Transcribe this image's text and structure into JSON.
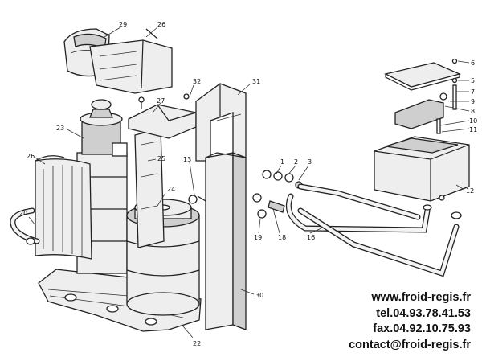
{
  "callouts": {
    "c1": "1",
    "c2": "2",
    "c3": "3",
    "c5": "5",
    "c6": "6",
    "c7": "7",
    "c8": "8",
    "c9": "9",
    "c10": "10",
    "c11": "11",
    "c12": "12",
    "c13": "13",
    "c16": "16",
    "c18": "18",
    "c19": "19",
    "c20": "20",
    "c22": "22",
    "c23": "23",
    "c24": "24",
    "c25": "25",
    "c26a": "26",
    "c26b": "26",
    "c27": "27",
    "c29": "29",
    "c30": "30",
    "c31": "31",
    "c32": "32"
  },
  "contact": {
    "website": "www.froid-regis.fr",
    "tel": "tel.04.93.78.41.53",
    "fax": "fax.04.92.10.75.93",
    "email": "contact@froid-regis.fr"
  }
}
